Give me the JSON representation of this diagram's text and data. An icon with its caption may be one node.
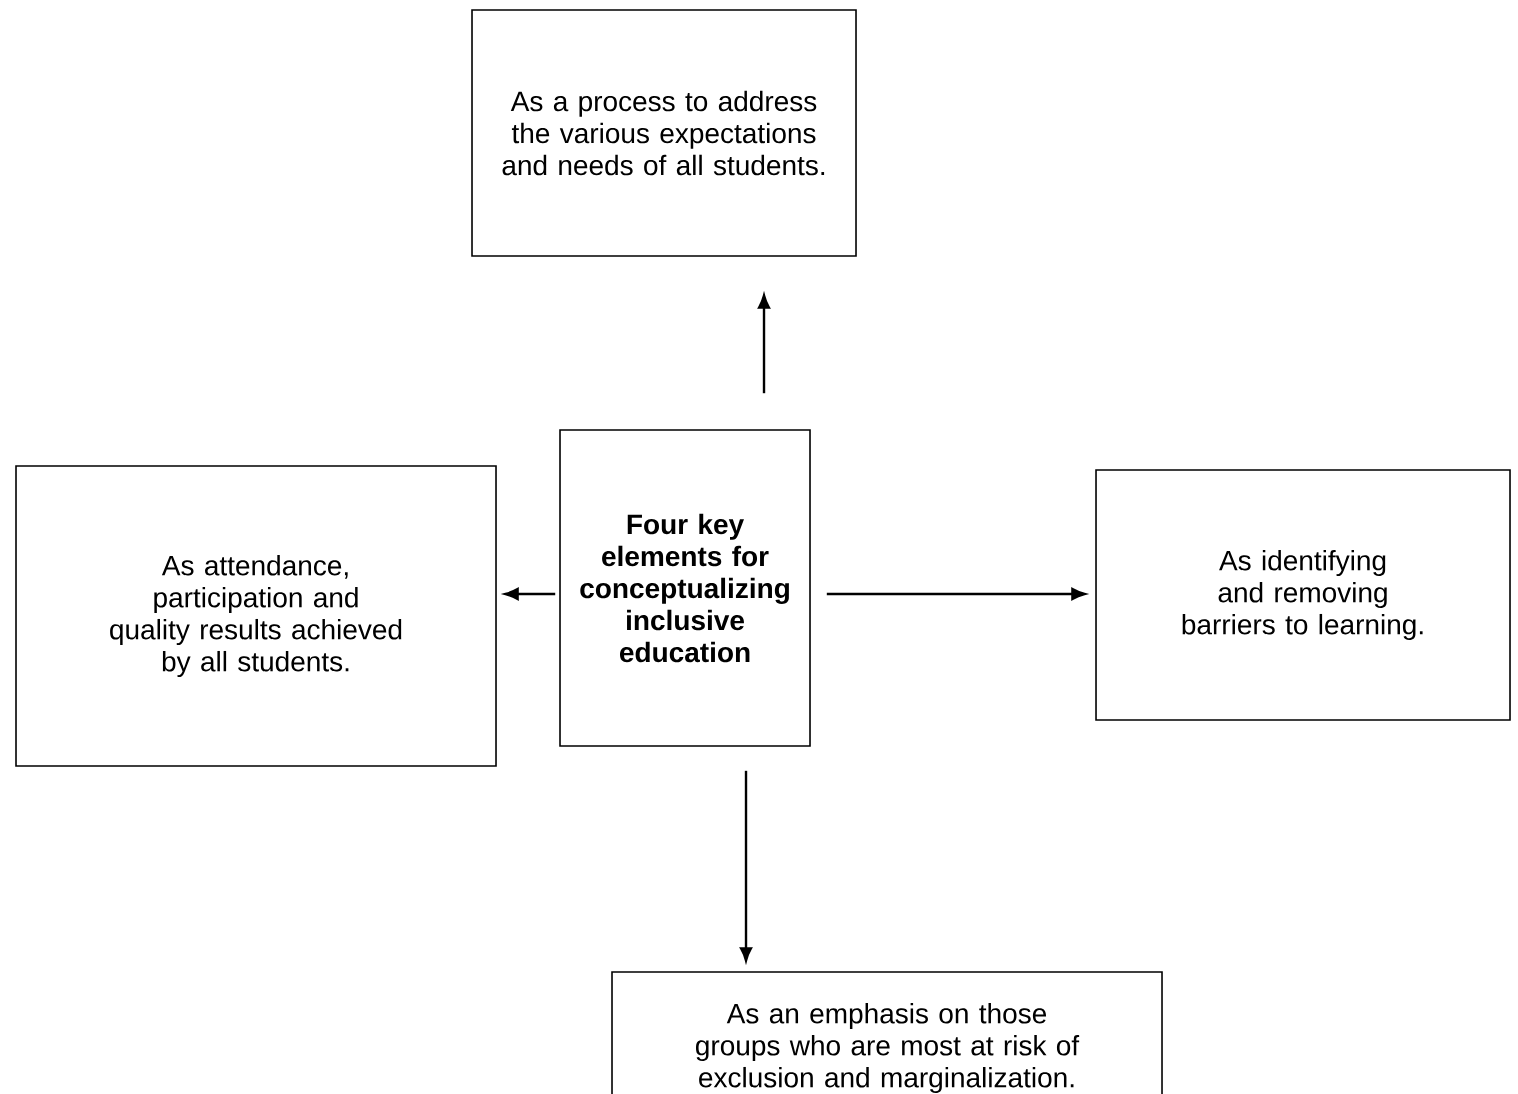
{
  "diagram": {
    "nodes": [
      {
        "text": [
          "As a process to address the various expectations and needs of all students."
        ]
      },
      {
        "text": [
          "As attendance, participation and quality results achieved by all students."
        ]
      },
      {
        "text": [
          "Four key elements for conceptualizing inclusive education"
        ]
      },
      {
        "text": [
          "As identifying and removing barriers to learning."
        ]
      },
      {
        "text": [
          "As an emphasis on those groups who are most at risk of exclusion and marginalization."
        ]
      }
    ],
    "edges": [
      {
        "from": 2,
        "to": 0,
        "arrow": "to"
      },
      {
        "from": 2,
        "to": 1,
        "arrow": "to"
      },
      {
        "from": 2,
        "to": 3,
        "arrow": "to"
      },
      {
        "from": 2,
        "to": 4,
        "arrow": "to"
      }
    ]
  }
}
